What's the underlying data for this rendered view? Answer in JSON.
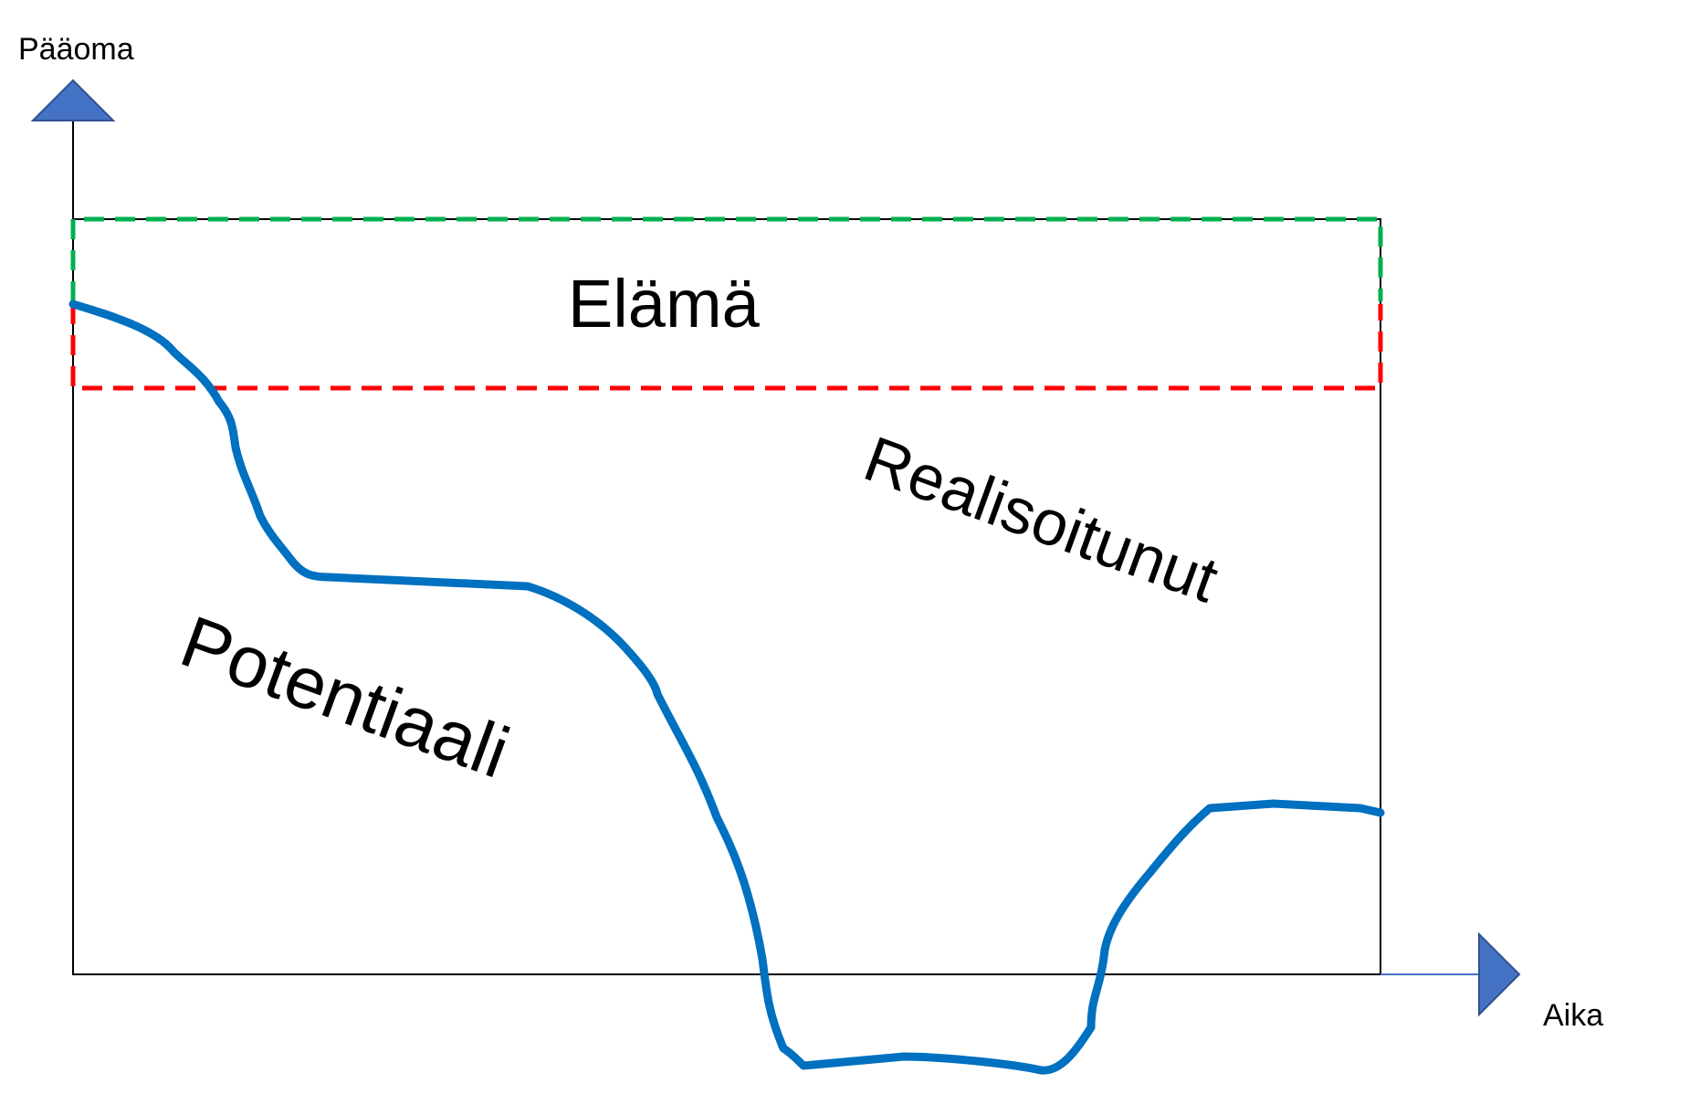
{
  "y_axis": {
    "label": "Pääoma"
  },
  "x_axis": {
    "label": "Aika"
  },
  "regions": {
    "life": "Elämä",
    "realized": "Realisoitunut",
    "potential": "Potentiaali"
  },
  "colors": {
    "axis_arrow": "#4472c4",
    "axis_line": "#000000",
    "curve": "#0070c0",
    "green_box": "#00b050",
    "red_box": "#ff0000",
    "text": "#000000"
  }
}
